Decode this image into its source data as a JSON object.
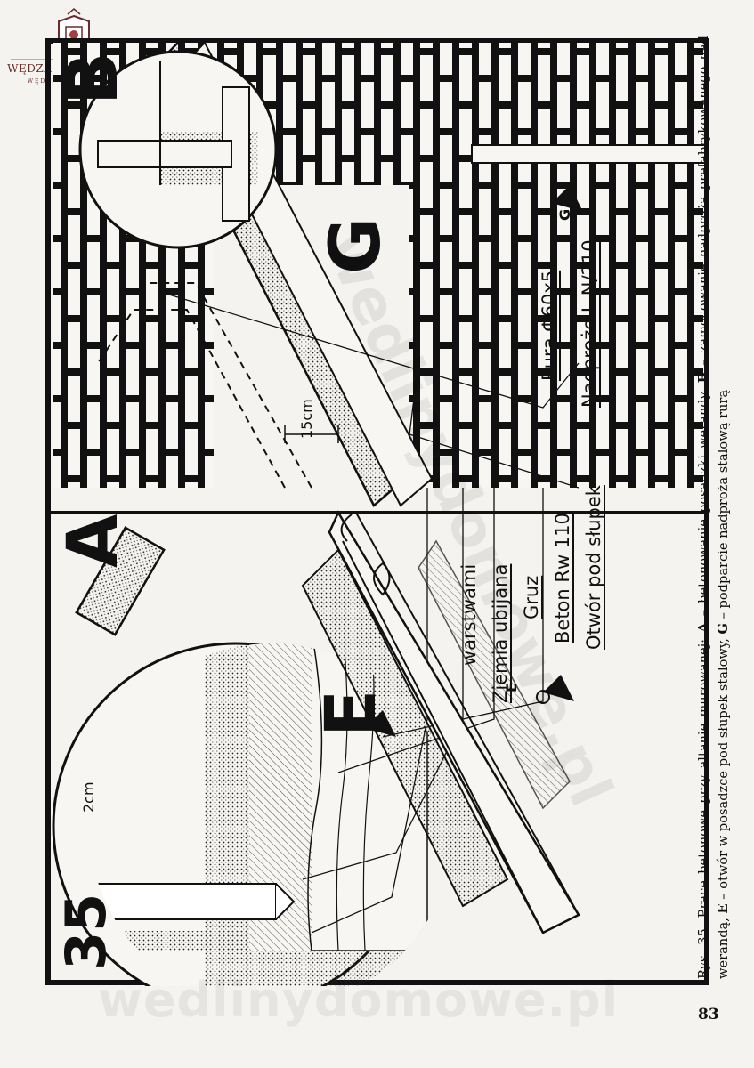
{
  "logo": {
    "title": "WĘDZARNIE PODWAĆ",
    "subtitle": "WĘDLINYDOMOWE.PL"
  },
  "figure": {
    "number": "35",
    "panel_a_letter": "A",
    "panel_b_letter": "B",
    "label_e": "E",
    "label_g": "G",
    "label_e_small": "E",
    "label_g_small": "G",
    "panel_a_annotations": [
      "Otwór pod słupek",
      "Beton Rw 110",
      "Gruz",
      "Ziemia ubijana",
      "warstwami"
    ],
    "panel_b_annotations": [
      "Nadproże  L-N/210",
      "Rura  Φ60x5"
    ],
    "dim_15cm": "15cm",
    "dim_2cm": "2cm"
  },
  "caption": {
    "prefix": "Rys. 35. Prace betonowe przy altanie murowanej: ",
    "a_key": "A",
    "a_text": " – betonowanie posadzki werandy, ",
    "b_key": "B",
    "b_text": " – zamocowanie nadproża prefabrykowanego nad werandą, ",
    "e_key": "E",
    "e_text": " – otwór w posadzce pod słupek stalowy, ",
    "g_key": "G",
    "g_text": " – podparcie nadproża stalową rurą"
  },
  "page_number": "83",
  "watermark": "wedlinydomowe.pl",
  "colors": {
    "paper": "#f4f3ef",
    "ink": "#111111",
    "logo": "#6a2b2b"
  }
}
